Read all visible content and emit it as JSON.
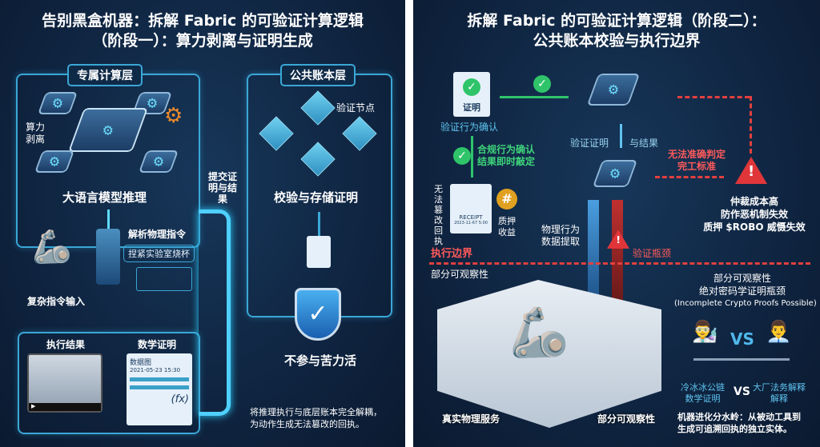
{
  "left": {
    "title_line1": "告别黑盒机器：拆解 Fabric 的可验证计算逻辑",
    "title_line2": "（阶段一）：算力剥离与证明生成",
    "compute_layer": {
      "tag": "专属计算层",
      "side_label_1": "算力",
      "side_label_2": "剥离",
      "caption": "大语言模型推理"
    },
    "instruction": {
      "input_label": "复杂指令输入",
      "parse_label": "解析物理指令",
      "speech": "捏紧实验室烧杯"
    },
    "outputs": {
      "exec_result": "执行结果",
      "math_proof": "数学证明",
      "doc_title": "数据图",
      "doc_time": "2021-05-23 15:30",
      "formula": "(fx)"
    },
    "submit_label": "提交证明与结果",
    "ledger_layer": {
      "tag": "公共账本层",
      "nodes_label": "验证节点",
      "caption": "校验与存储证明",
      "shield_caption": "不参与苦力活"
    },
    "footnote_line1": "将推理执行与底层账本完全解耦，",
    "footnote_line2": "为动作生成无法篡改的回执。"
  },
  "right": {
    "title_line1": "拆解 Fabric 的可验证计算逻辑（阶段二）：",
    "title_line2": "公共账本校验与执行边界",
    "proof_doc": "证明",
    "verify_confirm": "验证行为确认",
    "compliance_1": "合规行为确认",
    "compliance_2": "结果即时敲定",
    "receipt_side": "无法篡改回执",
    "receipt_title": "RECEIPT",
    "receipt_time": "2023-11-67 5:00",
    "stake_label_1": "质押",
    "stake_label_2": "收益",
    "verify_proof_left": "验证证明",
    "verify_proof_right": "与结果",
    "cannot_judge_1": "无法准确判定",
    "cannot_judge_2": "完工标准",
    "consequences": [
      "仲裁成本高",
      "防作恶机制失效",
      "质押 $ROBO 威慑失效"
    ],
    "physical_data_1": "物理行为",
    "physical_data_2": "数据提取",
    "bottleneck": "验证瓶颈",
    "boundary": "执行边界",
    "partial_obs_top": "部分可观察性",
    "partial_obs_bottom": "部分可观察性",
    "real_service": "真实物理服务",
    "crypto_1": "部分可观察性",
    "crypto_2": "绝对密码学证明瓶颈",
    "crypto_3": "(Incomplete Crypto Proofs Possible)",
    "vs": "VS",
    "vs_left_1": "冷冰冰公链",
    "vs_left_2": "数学证明",
    "vs_right_1": "大厂法务解释",
    "vs_right_2": "解释",
    "conclusion_1": "机器进化分水岭：从被动工具到",
    "conclusion_2": "生成可追溯回执的独立实体。"
  },
  "colors": {
    "bg": "#0f2440",
    "accent": "#3aa7d6",
    "danger": "#e2403e",
    "ok": "#2fc46a"
  }
}
